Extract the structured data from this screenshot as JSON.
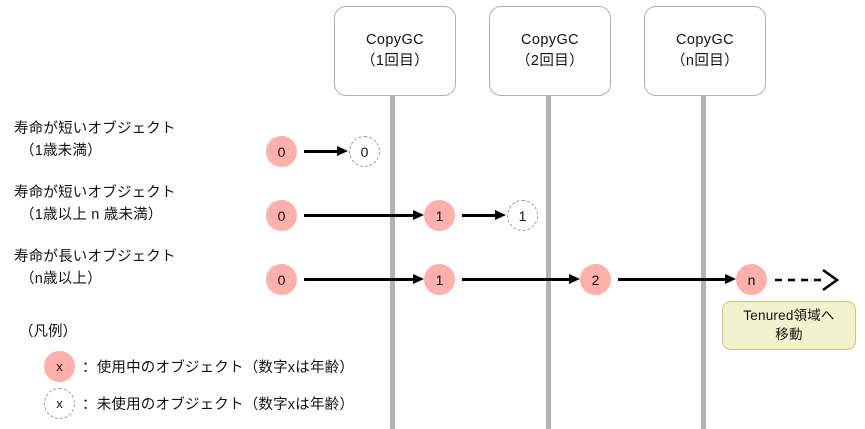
{
  "diagram": {
    "title_absent": true,
    "colors": {
      "live_object_fill": "#ffb0ab",
      "dead_object_border": "#9a9a9a",
      "rail": "#b3b3b3",
      "gc_box_border": "#b0b0b0",
      "tenured_fill": "#f2f2cf",
      "tenured_border": "#c8c87a",
      "arrow": "#000000"
    }
  },
  "gc_boxes": [
    {
      "line1": "CopyGC",
      "line2": "（1回目）"
    },
    {
      "line1": "CopyGC",
      "line2": "（2回目）"
    },
    {
      "line1": "CopyGC",
      "line2": "（n回目）"
    }
  ],
  "rows": [
    {
      "label_line1": "寿命が短いオブジェクト",
      "label_line2": "（1歳未満）",
      "objects": [
        {
          "value": "0",
          "state": "live"
        },
        {
          "value": "0",
          "state": "dead"
        }
      ]
    },
    {
      "label_line1": "寿命が短いオブジェクト",
      "label_line2": "（1歳以上 n 歳未満）",
      "objects": [
        {
          "value": "0",
          "state": "live"
        },
        {
          "value": "1",
          "state": "live"
        },
        {
          "value": "1",
          "state": "dead"
        }
      ]
    },
    {
      "label_line1": "寿命が長いオブジェクト",
      "label_line2": "（n歳以上）",
      "objects": [
        {
          "value": "0",
          "state": "live"
        },
        {
          "value": "1",
          "state": "live"
        },
        {
          "value": "2",
          "state": "live"
        },
        {
          "value": "n",
          "state": "live"
        }
      ]
    }
  ],
  "tenured_callout": {
    "line1": "Tenured領域へ",
    "line2": "移動"
  },
  "legend": {
    "heading": "（凡例）",
    "items": [
      {
        "symbol": "x",
        "state": "live",
        "text": "：使用中のオブジェクト（数字xは年齢）"
      },
      {
        "symbol": "x",
        "state": "dead",
        "text": "：未使用のオブジェクト（数字xは年齢）"
      }
    ]
  }
}
